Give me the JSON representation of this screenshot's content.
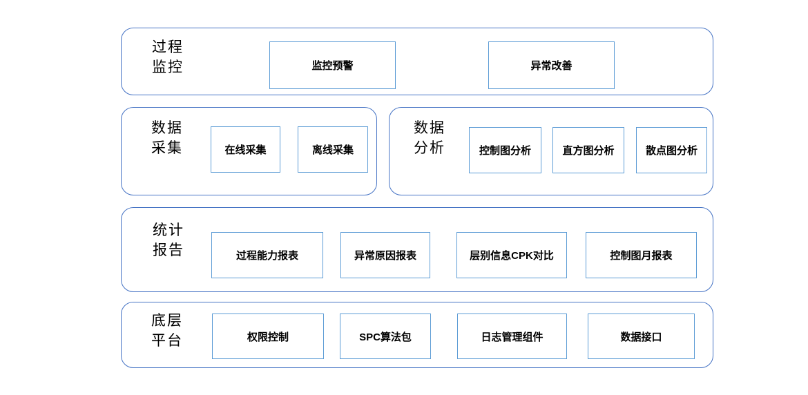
{
  "colors": {
    "container_border": "#4472C4",
    "box_border": "#5B9BD5",
    "text": "#000000",
    "background": "#FFFFFF"
  },
  "layers": [
    {
      "name": "process-monitoring",
      "label_lines": [
        "过程",
        "监控"
      ],
      "boxes": [
        "监控预警",
        "异常改善"
      ]
    },
    {
      "name": "data-collection",
      "label_lines": [
        "数据",
        "采集"
      ],
      "boxes": [
        "在线采集",
        "离线采集"
      ]
    },
    {
      "name": "data-analysis",
      "label_lines": [
        "数据",
        "分析"
      ],
      "boxes": [
        "控制图分析",
        "直方图分析",
        "散点图分析"
      ]
    },
    {
      "name": "statistical-reports",
      "label_lines": [
        "统计",
        "报告"
      ],
      "boxes": [
        "过程能力报表",
        "异常原因报表",
        "层别信息CPK对比",
        "控制图月报表"
      ]
    },
    {
      "name": "base-platform",
      "label_lines": [
        "底层",
        "平台"
      ],
      "boxes": [
        "权限控制",
        "SPC算法包",
        "日志管理组件",
        "数据接口"
      ]
    }
  ]
}
